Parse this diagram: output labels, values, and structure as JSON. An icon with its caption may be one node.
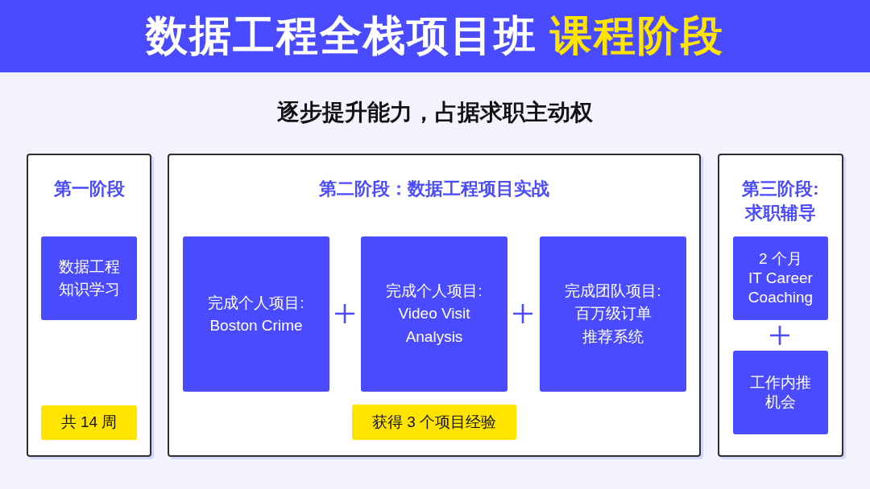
{
  "diagram": {
    "title": "数据工程全栈项目班 课程阶段",
    "nodes": [
      {
        "text": [
          "第一阶段"
        ]
      },
      {
        "text": [
          "数据工程知识学习"
        ],
        "in": 0
      },
      {
        "text": [
          "共 14 周"
        ],
        "in": 0
      },
      {
        "text": [
          "第二阶段：数据工程项目实战"
        ]
      },
      {
        "text": [
          "完成个人项目:",
          "Boston Crime"
        ],
        "in": 3
      },
      {
        "text": [
          "完成个人项目:",
          "Video Visit Analysis"
        ],
        "in": 3
      },
      {
        "text": [
          "完成团队项目:",
          "百万级订单推荐系统"
        ],
        "in": 3
      },
      {
        "text": [
          "获得 3 个项目经验"
        ],
        "in": 3
      },
      {
        "text": [
          "第三阶段:求职辅导"
        ]
      },
      {
        "text": [
          "2 个月",
          "IT Career Coaching"
        ],
        "in": 8
      },
      {
        "text": [
          "工作内推机会"
        ],
        "in": 8
      }
    ],
    "labels": [
      "逐步提升能力，占据求职主动权"
    ]
  }
}
